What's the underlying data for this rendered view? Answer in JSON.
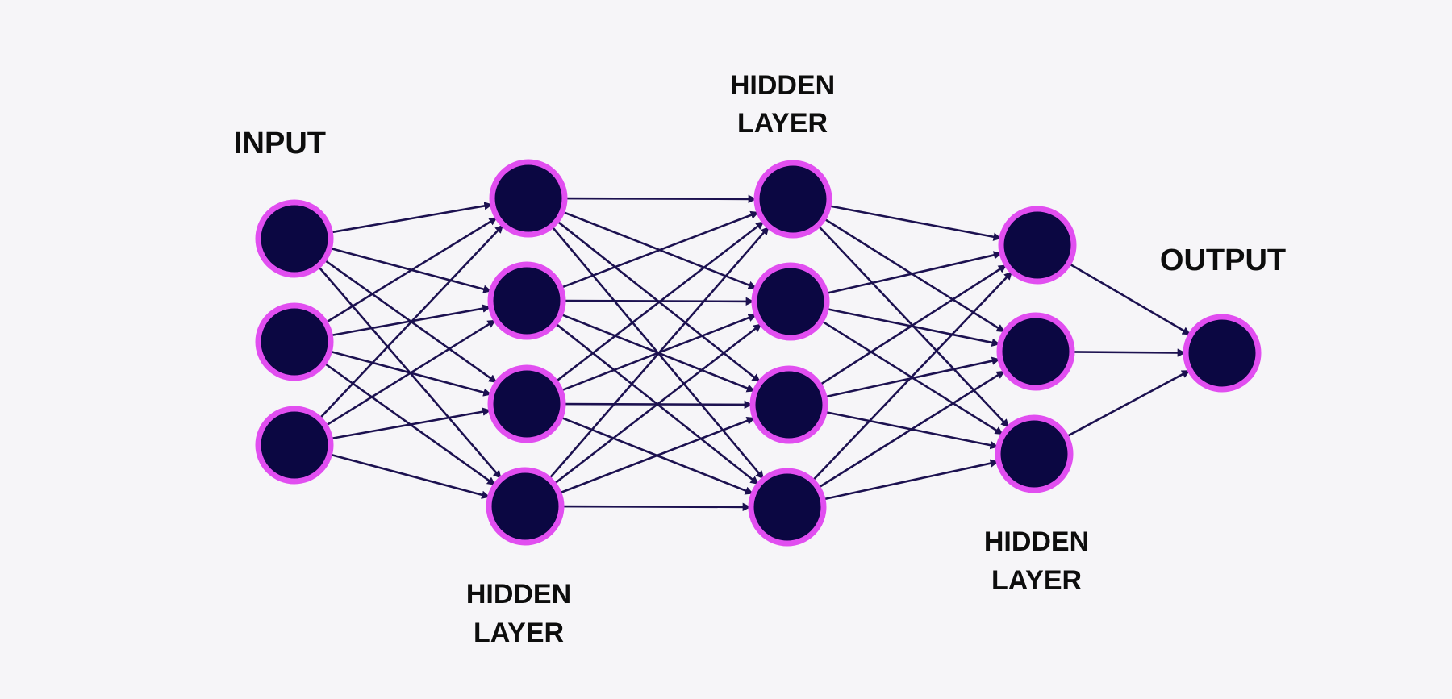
{
  "labels": {
    "input": "INPUT",
    "hidden1_line1": "HIDDEN",
    "hidden1_line2": "LAYER",
    "hidden2_line1": "HIDDEN",
    "hidden2_line2": "LAYER",
    "hidden3_line1": "HIDDEN",
    "hidden3_line2": "LAYER",
    "output": "OUTPUT"
  },
  "network": {
    "layer_sizes": [
      3,
      4,
      4,
      3,
      1
    ],
    "connectivity": "fully-connected",
    "edge_direction": "left-to-right",
    "arrowheads": true
  },
  "colors": {
    "background": "#f6f5f8",
    "node_fill": "#0b0742",
    "node_ring": "#e14ef0",
    "edge": "#1c1150",
    "label": "#0d0d0d"
  }
}
